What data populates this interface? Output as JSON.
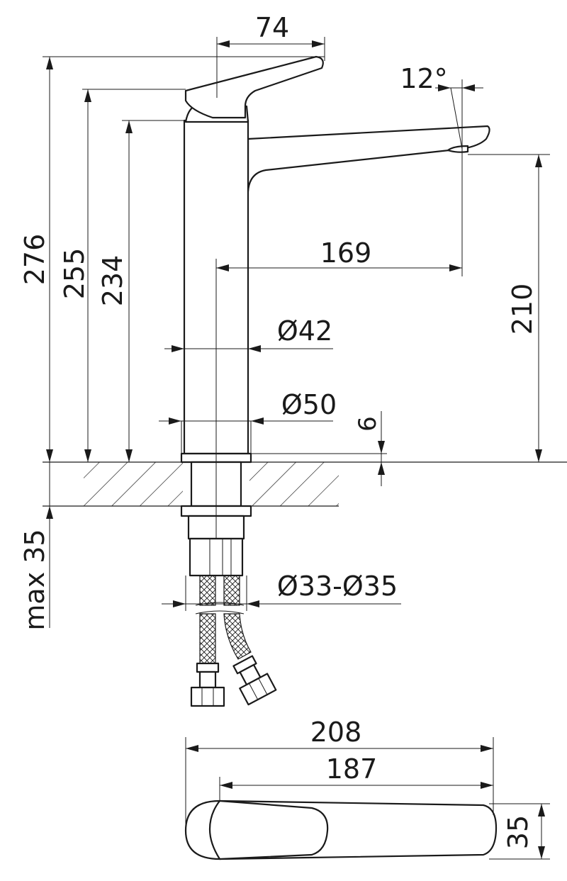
{
  "dimensions": {
    "handle_length": "74",
    "spout_angle": "12°",
    "total_height": "276",
    "handle_height": "255",
    "body_height": "234",
    "spout_reach": "169",
    "spout_height": "210",
    "body_diameter": "Ø42",
    "base_diameter": "Ø50",
    "base_thickness": "6",
    "max_deck_thickness": "max 35",
    "hole_diameter": "Ø33-Ø35",
    "top_total_length": "208",
    "top_spout_length": "187",
    "top_width": "35"
  },
  "colors": {
    "line": "#1a1a1a",
    "background": "#ffffff"
  }
}
